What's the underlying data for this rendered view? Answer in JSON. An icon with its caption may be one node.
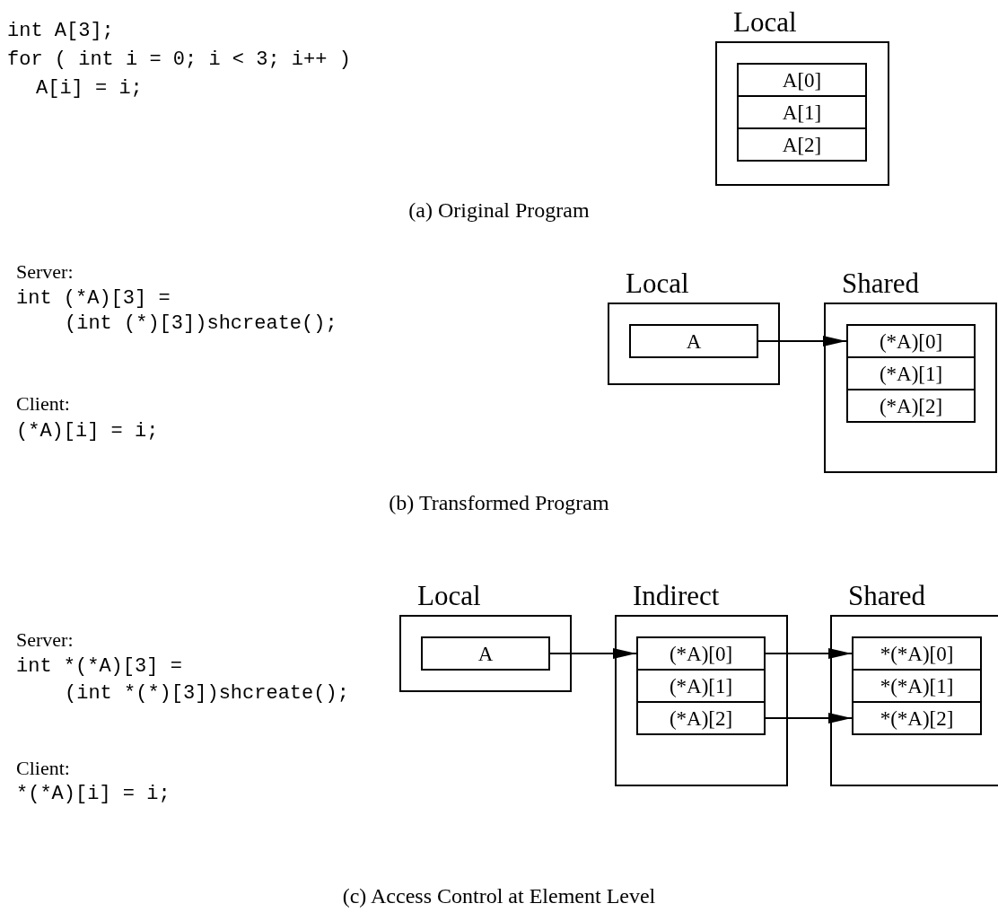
{
  "diagram": {
    "nodes": [
      {
        "text": [
          "Local"
        ]
      },
      {
        "text": [
          "A[0]"
        ],
        "in": 0
      },
      {
        "text": [
          "A[1]"
        ],
        "in": 0
      },
      {
        "text": [
          "A[2]"
        ],
        "in": 0
      },
      {
        "text": [
          "Local"
        ]
      },
      {
        "text": [
          "A"
        ],
        "in": 4
      },
      {
        "text": [
          "Shared"
        ]
      },
      {
        "text": [
          "(*A)[0]"
        ],
        "in": 6
      },
      {
        "text": [
          "(*A)[1]"
        ],
        "in": 6
      },
      {
        "text": [
          "(*A)[2]"
        ],
        "in": 6
      },
      {
        "text": [
          "Local"
        ]
      },
      {
        "text": [
          "A"
        ],
        "in": 10
      },
      {
        "text": [
          "Indirect"
        ]
      },
      {
        "text": [
          "(*A)[0]"
        ],
        "in": 12
      },
      {
        "text": [
          "(*A)[1]"
        ],
        "in": 12
      },
      {
        "text": [
          "(*A)[2]"
        ],
        "in": 12
      },
      {
        "text": [
          "Shared"
        ]
      },
      {
        "text": [
          "*(*A)[0]"
        ],
        "in": 16
      },
      {
        "text": [
          "*(*A)[1]"
        ],
        "in": 16
      },
      {
        "text": [
          "*(*A)[2]"
        ],
        "in": 16
      }
    ],
    "edges": [
      {
        "from": 5,
        "to": 7,
        "arrow": "to"
      },
      {
        "from": 11,
        "to": 13,
        "arrow": "to"
      },
      {
        "from": 13,
        "to": 17,
        "arrow": "to"
      },
      {
        "from": 15,
        "to": 19,
        "arrow": "to"
      }
    ],
    "labels": [
      "int A[3];",
      "for ( int i = 0; i < 3; i++ )",
      "A[i] = i;",
      "(a) Original Program",
      "Server:",
      "int (*A)[3] =",
      "(int (*)[3])shcreate();",
      "Client:",
      "(*A)[i] = i;",
      "(b) Transformed Program",
      "Server:",
      "int *(*A)[3] =",
      "(int *(*)[3])shcreate();",
      "Client:",
      "*(*A)[i] = i;",
      "(c) Access Control at Element Level"
    ]
  }
}
